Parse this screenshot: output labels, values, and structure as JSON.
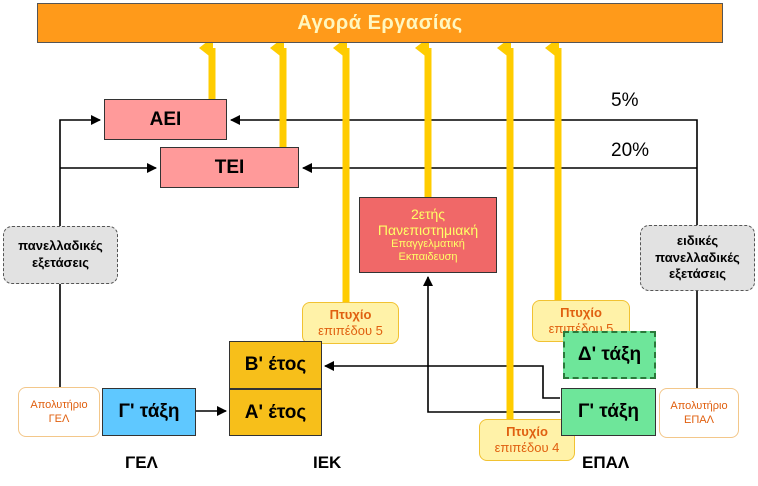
{
  "labor_market": "Αγορά Εργασίας",
  "aei": "ΑΕΙ",
  "tei": "ΤΕΙ",
  "pct_aei": "5%",
  "pct_tei": "20%",
  "university": {
    "line1": "2ετής",
    "line2": "Πανεπιστημιακή",
    "line3": "Επαγγελματική",
    "line4": "Εκπαιδευση"
  },
  "exams_left": {
    "line1": "πανελλαδικές",
    "line2": "εξετάσεις"
  },
  "exams_right": {
    "line1": "ειδικές",
    "line2": "πανελλαδικές",
    "line3": "εξετάσεις"
  },
  "degree_iek": {
    "title": "Πτυχίο",
    "sub": "επιπέδου 5"
  },
  "degree_epal5": {
    "title": "Πτυχίο",
    "sub": "επιπέδου 5"
  },
  "degree_epal4": {
    "title": "Πτυχίο",
    "sub": "επιπέδου 4"
  },
  "cert_gel": {
    "line1": "Απολυτήριο",
    "line2": "ΓΕΛ"
  },
  "cert_epal": {
    "line1": "Απολυτήριο",
    "line2": "ΕΠΑΛ"
  },
  "gel_class": "Γ' τάξη",
  "iek_year_b": "Β' έτος",
  "iek_year_a": "Α' έτος",
  "epal_class_d": "Δ' τάξη",
  "epal_class_c": "Γ' τάξη",
  "school_gel": "ΓΕΛ",
  "school_iek": "ΙΕΚ",
  "school_epal": "ΕΠΑΛ",
  "colors": {
    "market": "#ff9a1a",
    "higher_ed": "#ff9a9a",
    "university": "#f06868",
    "gel": "#5fc8ff",
    "iek": "#f7bf1a",
    "epal": "#6ee69a",
    "flow_arrow": "#ffcc00"
  }
}
